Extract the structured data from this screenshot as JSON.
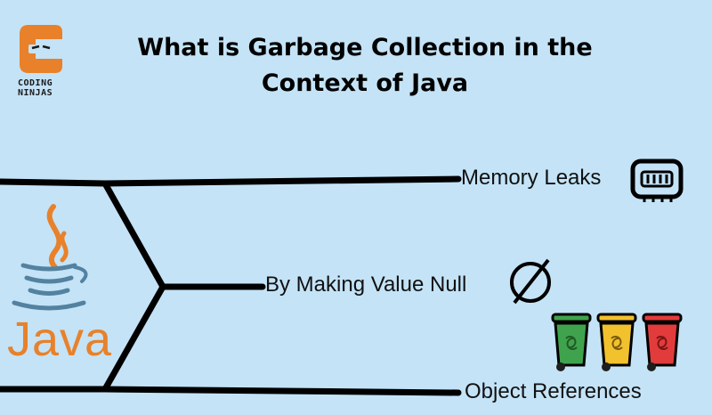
{
  "title_line1": "What is Garbage Collection in the",
  "title_line2": "Context of Java",
  "logo": {
    "line1": "CODING",
    "line2": "NINJAS",
    "icon": "coding-ninjas-logo-icon",
    "color": "#e8812a"
  },
  "java_logo": {
    "word": "Java",
    "icon": "java-coffee-cup-icon",
    "orange": "#e8812a",
    "blue": "#5382a1"
  },
  "branches": {
    "memory_leaks": {
      "label": "Memory Leaks",
      "icon": "memory-chip-icon"
    },
    "null_value": {
      "label": "By Making Value Null",
      "icon": "null-symbol-icon"
    },
    "object_refs": {
      "label": "Object References",
      "icon": "recycle-bins-icon"
    }
  },
  "colors": {
    "background": "#c4e3f7",
    "lines": "#000000",
    "bin_green": "#3fa34d",
    "bin_yellow": "#f2c12e",
    "bin_red": "#e23b3b"
  }
}
